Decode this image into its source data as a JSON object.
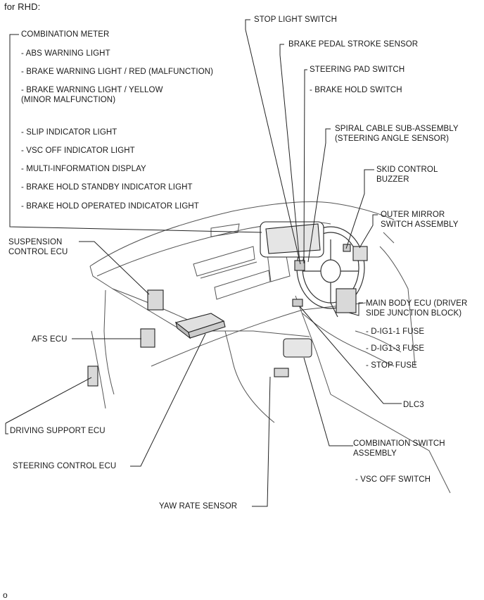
{
  "page_title": "for RHD:",
  "corner_mark": "o",
  "labels": {
    "combination_meter": "COMBINATION METER",
    "abs_warning_light": "- ABS WARNING LIGHT",
    "brake_warning_red": "- BRAKE WARNING LIGHT / RED (MALFUNCTION)",
    "brake_warning_yellow": "- BRAKE WARNING LIGHT / YELLOW\n(MINOR MALFUNCTION)",
    "slip_indicator": "- SLIP INDICATOR LIGHT",
    "vsc_off_indicator": "- VSC OFF INDICATOR LIGHT",
    "multi_info_display": "- MULTI-INFORMATION DISPLAY",
    "brake_hold_standby": "- BRAKE HOLD STANDBY INDICATOR LIGHT",
    "brake_hold_operated": "- BRAKE HOLD OPERATED INDICATOR LIGHT",
    "suspension_control_ecu": "SUSPENSION\nCONTROL ECU",
    "afs_ecu": "AFS ECU",
    "driving_support_ecu": "DRIVING SUPPORT ECU",
    "steering_control_ecu": "STEERING CONTROL ECU",
    "yaw_rate_sensor": "YAW RATE SENSOR",
    "stop_light_switch": "STOP LIGHT SWITCH",
    "brake_pedal_stroke_sensor": "BRAKE PEDAL STROKE SENSOR",
    "steering_pad_switch": "STEERING PAD SWITCH",
    "brake_hold_switch": "- BRAKE HOLD SWITCH",
    "spiral_cable": "SPIRAL CABLE SUB-ASSEMBLY\n(STEERING ANGLE SENSOR)",
    "skid_control_buzzer": "SKID CONTROL\nBUZZER",
    "outer_mirror_switch": "OUTER MIRROR\nSWITCH ASSEMBLY",
    "main_body_ecu": "MAIN BODY ECU (DRIVER\nSIDE JUNCTION BLOCK)",
    "d_ig1_1_fuse": "- D-IG1-1 FUSE",
    "d_ig1_3_fuse": "- D-IG1-3 FUSE",
    "stop_fuse": "- STOP FUSE",
    "dlc3": "DLC3",
    "combination_switch": "COMBINATION SWITCH\nASSEMBLY",
    "vsc_off_switch": "- VSC OFF SWITCH"
  }
}
